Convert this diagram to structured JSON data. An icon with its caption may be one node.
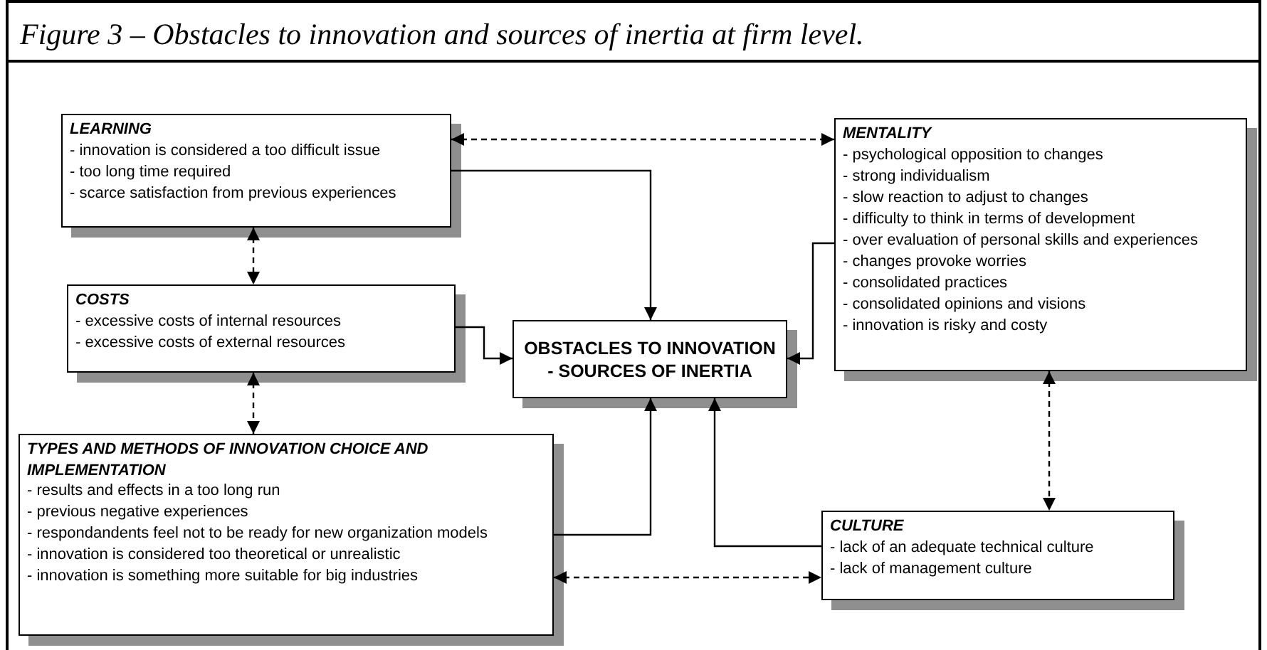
{
  "diagram": {
    "title": "Figure 3 – Obstacles to innovation and sources of inertia at firm level.",
    "nodes": [
      {
        "text": [
          "LEARNING",
          "- innovation is considered a too difficult issue",
          "- too long time required",
          "- scarce satisfaction from previous experiences"
        ]
      },
      {
        "text": [
          "MENTALITY",
          "- psychological opposition to changes",
          "- strong individualism",
          "- slow reaction to adjust to changes",
          "- difficulty to think in terms of development",
          "- over evaluation of personal skills and experiences",
          "- changes provoke worries",
          "- consolidated practices",
          "- consolidated opinions and visions",
          "- innovation is risky and costy"
        ]
      },
      {
        "text": [
          "COSTS",
          "- excessive costs of internal resources",
          "- excessive costs of external resources"
        ]
      },
      {
        "text": [
          "OBSTACLES TO INNOVATION",
          "- SOURCES OF INERTIA"
        ]
      },
      {
        "text": [
          "TYPES AND METHODS OF INNOVATION CHOICE AND IMPLEMENTATION",
          "- results and effects in a too long run",
          "- previous negative experiences",
          "- respondandents feel not to be ready for new organization models",
          "- innovation is considered too theoretical or unrealistic",
          "- innovation is something more suitable for big industries"
        ]
      },
      {
        "text": [
          "CULTURE",
          "- lack of an adequate technical culture",
          "- lack of management culture"
        ]
      }
    ],
    "edges": [
      {
        "from": 0,
        "to": 1,
        "arrow": "both",
        "style": "dashed"
      },
      {
        "from": 0,
        "to": 3,
        "arrow": "to"
      },
      {
        "from": 0,
        "to": 2,
        "arrow": "both",
        "style": "dashed"
      },
      {
        "from": 2,
        "to": 3,
        "arrow": "to"
      },
      {
        "from": 2,
        "to": 4,
        "arrow": "both",
        "style": "dashed"
      },
      {
        "from": 4,
        "to": 3,
        "arrow": "to"
      },
      {
        "from": 1,
        "to": 3,
        "arrow": "to"
      },
      {
        "from": 1,
        "to": 5,
        "arrow": "both",
        "style": "dashed"
      },
      {
        "from": 5,
        "to": 3,
        "arrow": "to"
      },
      {
        "from": 4,
        "to": 5,
        "arrow": "both",
        "style": "dashed"
      }
    ]
  }
}
